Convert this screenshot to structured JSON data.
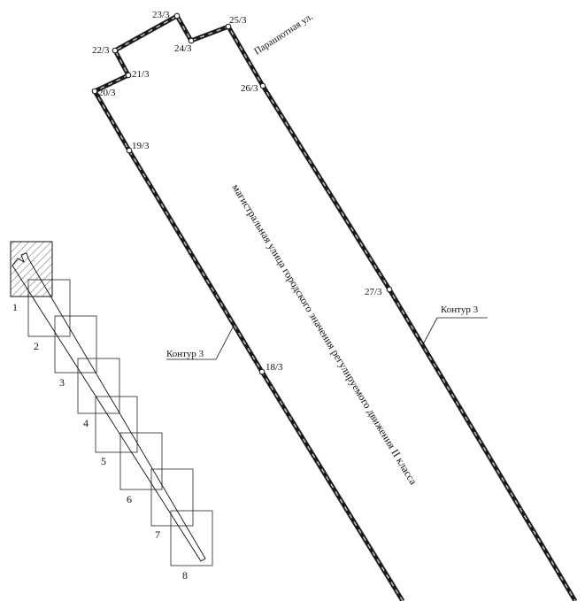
{
  "map": {
    "points": [
      {
        "id": "18/3",
        "label": "18/3"
      },
      {
        "id": "19/3",
        "label": "19/3"
      },
      {
        "id": "20/3",
        "label": "20/3"
      },
      {
        "id": "21/3",
        "label": "21/3"
      },
      {
        "id": "22/3",
        "label": "22/3"
      },
      {
        "id": "23/3",
        "label": "23/3"
      },
      {
        "id": "24/3",
        "label": "24/3"
      },
      {
        "id": "25/3",
        "label": "25/3"
      },
      {
        "id": "26/3",
        "label": "26/3"
      },
      {
        "id": "27/3",
        "label": "27/3"
      }
    ],
    "street_label": "Парашютная ул.",
    "road_label": "магистральная улица городского значения регулируемого движения II класса",
    "contour_label_left": "Контур 3",
    "contour_label_right": "Контур 3",
    "sheet_labels": [
      "1",
      "2",
      "3",
      "4",
      "5",
      "6",
      "7",
      "8"
    ],
    "colors": {
      "boundary_dark": "#1a1a1a",
      "boundary_light": "#bdbdbd",
      "hatch": "#555555"
    }
  }
}
